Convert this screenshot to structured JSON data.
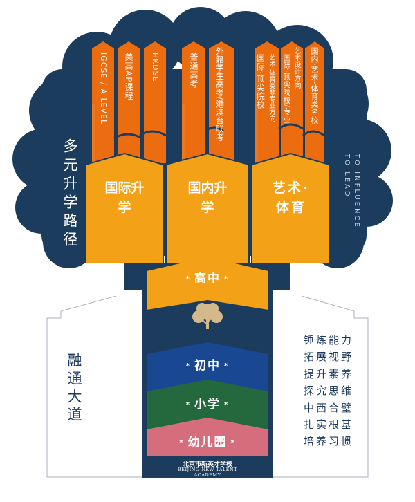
{
  "colors": {
    "navy": "#1c3c5e",
    "orange_dark": "#ec6d10",
    "orange": "#f3a117",
    "blue": "#1a4792",
    "green": "#24693d",
    "pink": "#d66d7d",
    "gray_line": "#a9b2bd",
    "tree_icon": "#d4b98a"
  },
  "canopy": {
    "left_title": "多元升学路径",
    "right_title": "TO INFLUENCE TO LEAD"
  },
  "columns": [
    {
      "title": "国际升学",
      "bars": [
        "IGCSE / A LEVEL",
        "美高AP课程",
        "HKDSE"
      ]
    },
    {
      "title": "国内升学",
      "bars": [
        "普通高考",
        "外籍学生高考/港澳台联考"
      ]
    },
    {
      "title": "艺术·体育",
      "bars": [
        "国际·顶尖院校",
        "艺术·体育类非专业方向",
        "艺术设计方向",
        "国际·顶尖院校/专业",
        "国内·艺术·体育类名校"
      ]
    }
  ],
  "stages": {
    "high": "高中",
    "middle": "初中",
    "primary": "小学",
    "kindergarten": "幼儿园",
    "dot": "*"
  },
  "trunk_left": {
    "title": "融通大道"
  },
  "trunk_right": {
    "qualities": [
      "锤炼能力",
      "拓展视野",
      "提升素养",
      "探究思维",
      "中西合璧",
      "扎实根基",
      "培养习惯"
    ]
  },
  "school": {
    "name_cn": "北京市新英才学校",
    "name_en_1": "BEIJING NEW TALENT",
    "name_en_2": "ACADEMY"
  },
  "icons": [
    "tree-icon"
  ]
}
